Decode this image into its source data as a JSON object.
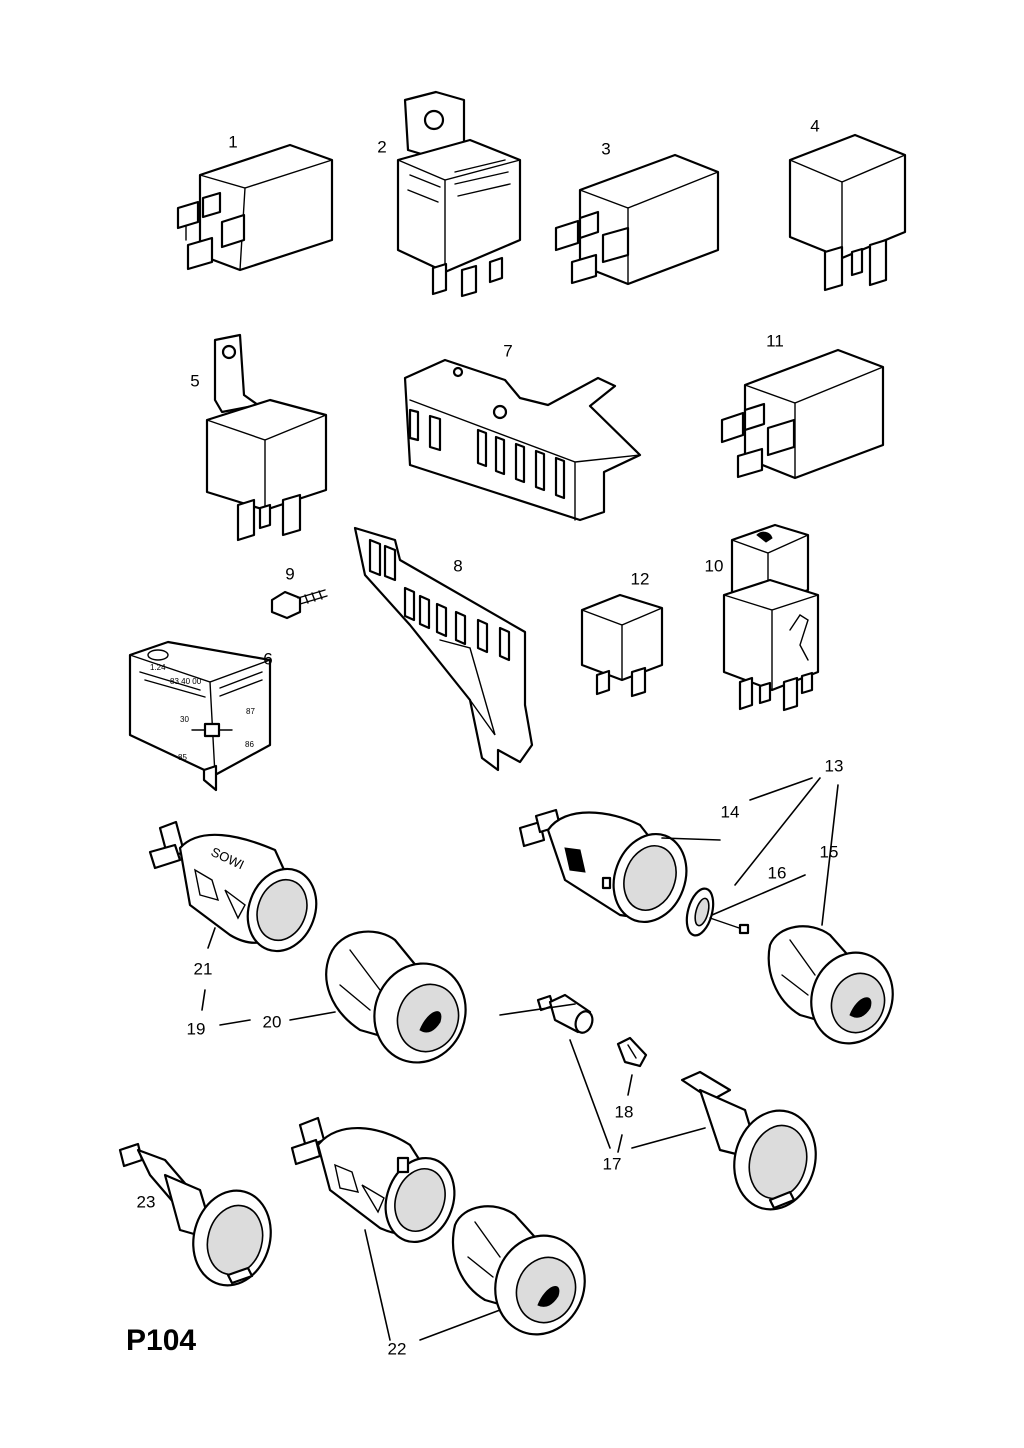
{
  "page_code": "P104",
  "callouts": [
    "1",
    "2",
    "3",
    "4",
    "5",
    "6",
    "7",
    "8",
    "9",
    "10",
    "11",
    "12",
    "13",
    "14",
    "15",
    "16",
    "17",
    "18",
    "19",
    "20",
    "21",
    "22",
    "23"
  ],
  "markings": {
    "relay6_text": [
      "1.24",
      "83 40 00",
      "30",
      "87",
      "86",
      "85"
    ],
    "socket21_text": "SOWI"
  }
}
